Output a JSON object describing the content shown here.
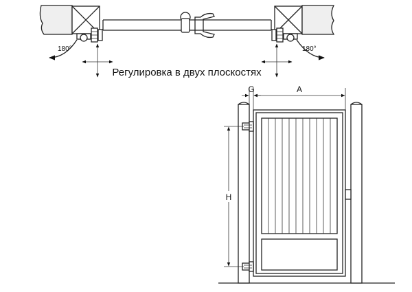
{
  "caption": "Регулировка в двух плоскостях",
  "rotation_left": "180°",
  "rotation_right": "180°",
  "dimensions": {
    "gap": "G",
    "width": "A",
    "height": "H"
  }
}
